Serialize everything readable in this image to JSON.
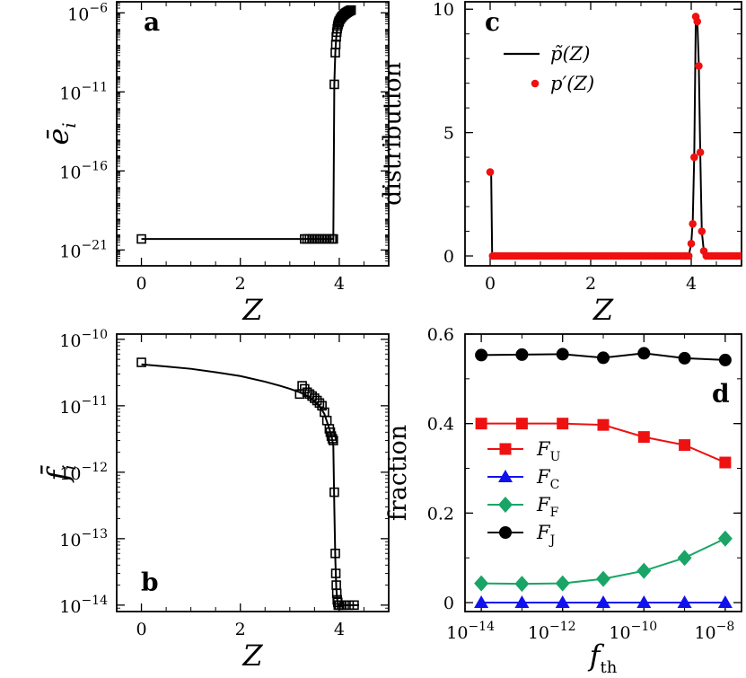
{
  "chart_data": [
    {
      "panel": "a",
      "type": "line",
      "xlabel": "Z",
      "ylabel": "ē_i",
      "xlim": [
        -0.5,
        5
      ],
      "ylim": [
        1e-22,
        5e-06
      ],
      "xscale": "linear",
      "yscale": "log",
      "xticks": [
        0,
        2,
        4
      ],
      "yticks": [
        1e-21,
        1e-16,
        1e-11,
        1e-06
      ],
      "ytick_labels": [
        "10^-21",
        "10^-16",
        "10^-11",
        "10^-6"
      ],
      "series": [
        {
          "marker": "open-square",
          "line": "solid",
          "x": [
            0,
            3.3,
            3.35,
            3.4,
            3.45,
            3.5,
            3.55,
            3.6,
            3.65,
            3.7,
            3.75,
            3.8,
            3.85,
            3.88,
            3.9,
            3.92,
            3.93,
            3.94,
            3.95,
            3.96,
            3.97,
            3.98,
            3.99,
            4.0,
            4.02,
            4.04,
            4.06,
            4.08,
            4.1,
            4.12,
            4.14,
            4.16,
            4.18,
            4.2,
            4.22,
            4.24
          ],
          "y": [
            5e-21,
            5e-21,
            5e-21,
            5e-21,
            5e-21,
            5e-21,
            5e-21,
            5e-21,
            5e-21,
            5e-21,
            5e-21,
            5e-21,
            5e-21,
            5e-21,
            3e-11,
            3e-09,
            1e-08,
            3e-08,
            6e-08,
            1e-07,
            1.5e-07,
            2e-07,
            2.5e-07,
            3e-07,
            4e-07,
            5e-07,
            6e-07,
            7e-07,
            8e-07,
            9e-07,
            1e-06,
            1.1e-06,
            1.2e-06,
            1.3e-06,
            1.4e-06,
            1.5e-06
          ]
        }
      ]
    },
    {
      "panel": "b",
      "type": "line",
      "xlabel": "Z",
      "ylabel": "f̄_i",
      "xlim": [
        -0.5,
        5
      ],
      "ylim": [
        8e-15,
        1.2e-10
      ],
      "xscale": "linear",
      "yscale": "log",
      "xticks": [
        0,
        2,
        4
      ],
      "yticks": [
        1e-14,
        1e-13,
        1e-12,
        1e-11,
        1e-10
      ],
      "ytick_labels": [
        "10^-14",
        "10^-13",
        "10^-12",
        "10^-11",
        "10^-10"
      ],
      "series": [
        {
          "marker": "open-square",
          "line": "solid",
          "x": [
            0,
            3.2,
            3.25,
            3.3,
            3.35,
            3.4,
            3.45,
            3.5,
            3.55,
            3.6,
            3.65,
            3.7,
            3.75,
            3.8,
            3.82,
            3.84,
            3.86,
            3.88,
            3.9,
            3.92,
            3.93,
            3.94,
            3.95,
            3.96,
            3.97,
            3.98,
            4.0,
            4.05,
            4.1,
            4.2,
            4.3
          ],
          "y": [
            4.5e-11,
            1.5e-11,
            2e-11,
            1.8e-11,
            1.6e-11,
            1.5e-11,
            1.4e-11,
            1.3e-11,
            1.2e-11,
            1.1e-11,
            1e-11,
            8e-12,
            6e-12,
            4.5e-12,
            4e-12,
            3.5e-12,
            3.2e-12,
            3e-12,
            5e-13,
            6e-14,
            3e-14,
            2e-14,
            1.5e-14,
            1.2e-14,
            1.1e-14,
            1e-14,
            1e-14,
            1e-14,
            1e-14,
            1e-14,
            1e-14
          ],
          "curve_x": [
            0,
            0.5,
            1,
            1.5,
            2,
            2.5,
            2.8,
            3.0,
            3.2,
            3.4,
            3.6,
            3.7,
            3.8,
            3.85,
            3.88,
            3.9,
            3.92,
            3.94,
            3.96,
            3.98,
            4.0,
            4.2,
            4.4
          ],
          "curve_y": [
            4.2e-11,
            3.9e-11,
            3.6e-11,
            3.2e-11,
            2.8e-11,
            2.3e-11,
            2e-11,
            1.8e-11,
            1.6e-11,
            1.35e-11,
            1e-11,
            7.5e-12,
            4.5e-12,
            3.3e-12,
            2.5e-12,
            3e-13,
            5e-14,
            1.8e-14,
            1.2e-14,
            1e-14,
            1e-14,
            1e-14,
            1e-14
          ]
        }
      ]
    },
    {
      "panel": "c",
      "type": "line",
      "xlabel": "Z",
      "ylabel": "distribution",
      "xlim": [
        -0.5,
        5
      ],
      "ylim": [
        -0.4,
        10.3
      ],
      "xscale": "linear",
      "yscale": "linear",
      "xticks": [
        0,
        2,
        4
      ],
      "yticks": [
        0,
        5,
        10
      ],
      "legend": [
        "p̃(Z)",
        "p′(Z)"
      ],
      "legend_position": "top",
      "series": [
        {
          "name": "p̃(Z)",
          "line": "solid",
          "color": "#000000",
          "x": [
            0,
            0.02,
            0.04,
            3.9,
            3.95,
            4.0,
            4.03,
            4.06,
            4.09,
            4.12,
            4.15,
            4.18,
            4.21,
            4.25,
            4.3,
            5
          ],
          "y": [
            3.4,
            3.4,
            0,
            0,
            0,
            0.5,
            1.4,
            4.1,
            9.5,
            9.6,
            7.8,
            4.1,
            1.0,
            0.2,
            0,
            0
          ]
        },
        {
          "name": "p′(Z)",
          "marker": "filled-circle",
          "color": "#ee1111",
          "x": [
            0,
            0.05,
            0.1,
            0.15,
            0.2,
            0.25,
            0.3,
            0.35,
            0.4,
            0.45,
            0.5,
            0.55,
            0.6,
            0.65,
            0.7,
            0.75,
            0.8,
            0.85,
            0.9,
            0.95,
            1.0,
            1.05,
            1.1,
            1.15,
            1.2,
            1.25,
            1.3,
            1.35,
            1.4,
            1.45,
            1.5,
            1.55,
            1.6,
            1.65,
            1.7,
            1.75,
            1.8,
            1.85,
            1.9,
            1.95,
            2.0,
            2.05,
            2.1,
            2.15,
            2.2,
            2.25,
            2.3,
            2.35,
            2.4,
            2.45,
            2.5,
            2.55,
            2.6,
            2.65,
            2.7,
            2.75,
            2.8,
            2.85,
            2.9,
            2.95,
            3.0,
            3.05,
            3.1,
            3.15,
            3.2,
            3.25,
            3.3,
            3.35,
            3.4,
            3.45,
            3.5,
            3.55,
            3.6,
            3.65,
            3.7,
            3.75,
            3.8,
            3.85,
            3.9,
            3.95,
            4.0,
            4.03,
            4.06,
            4.09,
            4.12,
            4.15,
            4.18,
            4.21,
            4.25,
            4.3,
            4.35,
            4.4,
            4.45,
            4.5,
            4.55,
            4.6,
            4.65,
            4.7,
            4.75,
            4.8,
            4.85,
            4.9,
            4.95,
            5.0
          ],
          "y": [
            3.4,
            0,
            0,
            0,
            0,
            0,
            0,
            0,
            0,
            0,
            0,
            0,
            0,
            0,
            0,
            0,
            0,
            0,
            0,
            0,
            0,
            0,
            0,
            0,
            0,
            0,
            0,
            0,
            0,
            0,
            0,
            0,
            0,
            0,
            0,
            0,
            0,
            0,
            0,
            0,
            0,
            0,
            0,
            0,
            0,
            0,
            0,
            0,
            0,
            0,
            0,
            0,
            0,
            0,
            0,
            0,
            0,
            0,
            0,
            0,
            0,
            0,
            0,
            0,
            0,
            0,
            0,
            0,
            0,
            0,
            0,
            0,
            0,
            0,
            0,
            0,
            0,
            0,
            0,
            0,
            0.5,
            1.3,
            4.0,
            9.7,
            9.5,
            7.7,
            4.2,
            1.0,
            0.2,
            0,
            0,
            0,
            0,
            0,
            0,
            0,
            0,
            0,
            0,
            0,
            0,
            0,
            0,
            0
          ]
        }
      ]
    },
    {
      "panel": "d",
      "type": "line",
      "xlabel": "f_th",
      "ylabel": "fraction",
      "xlim": [
        -14.4,
        -7.6
      ],
      "ylim": [
        -0.02,
        0.6
      ],
      "xscale": "log",
      "yscale": "linear",
      "xticks": [
        -14,
        -12,
        -10,
        -8
      ],
      "xtick_labels": [
        "10^-14",
        "10^-12",
        "10^-10",
        "10^-8"
      ],
      "yticks": [
        0,
        0.2,
        0.4,
        0.6
      ],
      "ytick_labels": [
        "0",
        "0.2",
        "0.4",
        "0.6"
      ],
      "legend_position": "left-middle",
      "x": [
        -14,
        -13,
        -12,
        -11,
        -10,
        -9,
        -8
      ],
      "series": [
        {
          "name": "F_U",
          "color": "#ee1111",
          "marker": "square",
          "y": [
            0.4,
            0.4,
            0.4,
            0.397,
            0.37,
            0.352,
            0.313
          ]
        },
        {
          "name": "F_C",
          "color": "#1111ee",
          "marker": "triangle",
          "y": [
            0,
            0,
            0,
            0,
            0,
            0,
            0
          ]
        },
        {
          "name": "F_F",
          "color": "#1aa567",
          "marker": "diamond",
          "y": [
            0.043,
            0.042,
            0.043,
            0.053,
            0.071,
            0.1,
            0.143
          ]
        },
        {
          "name": "F_J",
          "color": "#000000",
          "marker": "circle",
          "y": [
            0.553,
            0.554,
            0.555,
            0.547,
            0.557,
            0.546,
            0.542
          ]
        }
      ]
    }
  ]
}
